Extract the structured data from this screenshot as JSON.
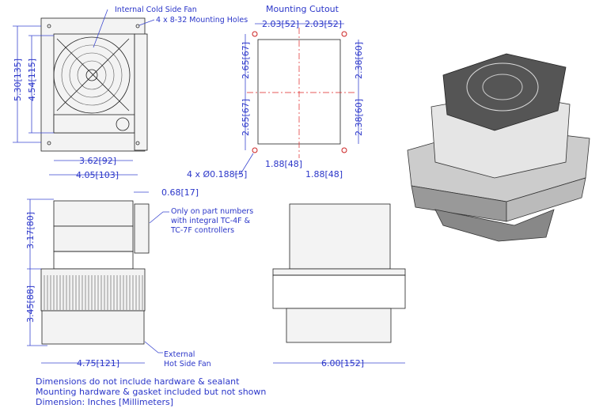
{
  "front_view": {
    "callout_fan": "Internal Cold Side Fan",
    "callout_holes": "4 x 8-32 Mounting Holes",
    "dim_height_total": "5.30[135]",
    "dim_height_fan": "4.54[115]",
    "dim_width_inner": "3.62[92]",
    "dim_width_outer": "4.05[103]"
  },
  "cutout": {
    "title": "Mounting Cutout",
    "dim_top_left": "2.03[52]",
    "dim_top_right": "2.03[52]",
    "dim_left_upper": "2.65[67]",
    "dim_left_lower": "2.65[67]",
    "dim_right_upper": "2.38[60]",
    "dim_right_lower": "2.38[60]",
    "dim_bottom_left": "1.88[48]",
    "dim_bottom_right": "1.88[48]",
    "hole_callout": "4 x Ø0.188[5]"
  },
  "side_view": {
    "dim_controller": "0.68[17]",
    "controller_note": [
      "Only on part numbers",
      "with integral TC-4F &",
      "TC-7F controllers"
    ],
    "dim_upper": "3.17[80]",
    "dim_lower": "3.45[88]",
    "dim_width": "4.75[121]",
    "callout_hot_fan": [
      "External",
      "Hot Side Fan"
    ]
  },
  "end_view": {
    "dim_width": "6.00[152]"
  },
  "notes": [
    "Dimensions do not include hardware & sealant",
    "Mounting hardware & gasket included but not shown",
    "Dimension: Inches [Millimeters]"
  ]
}
